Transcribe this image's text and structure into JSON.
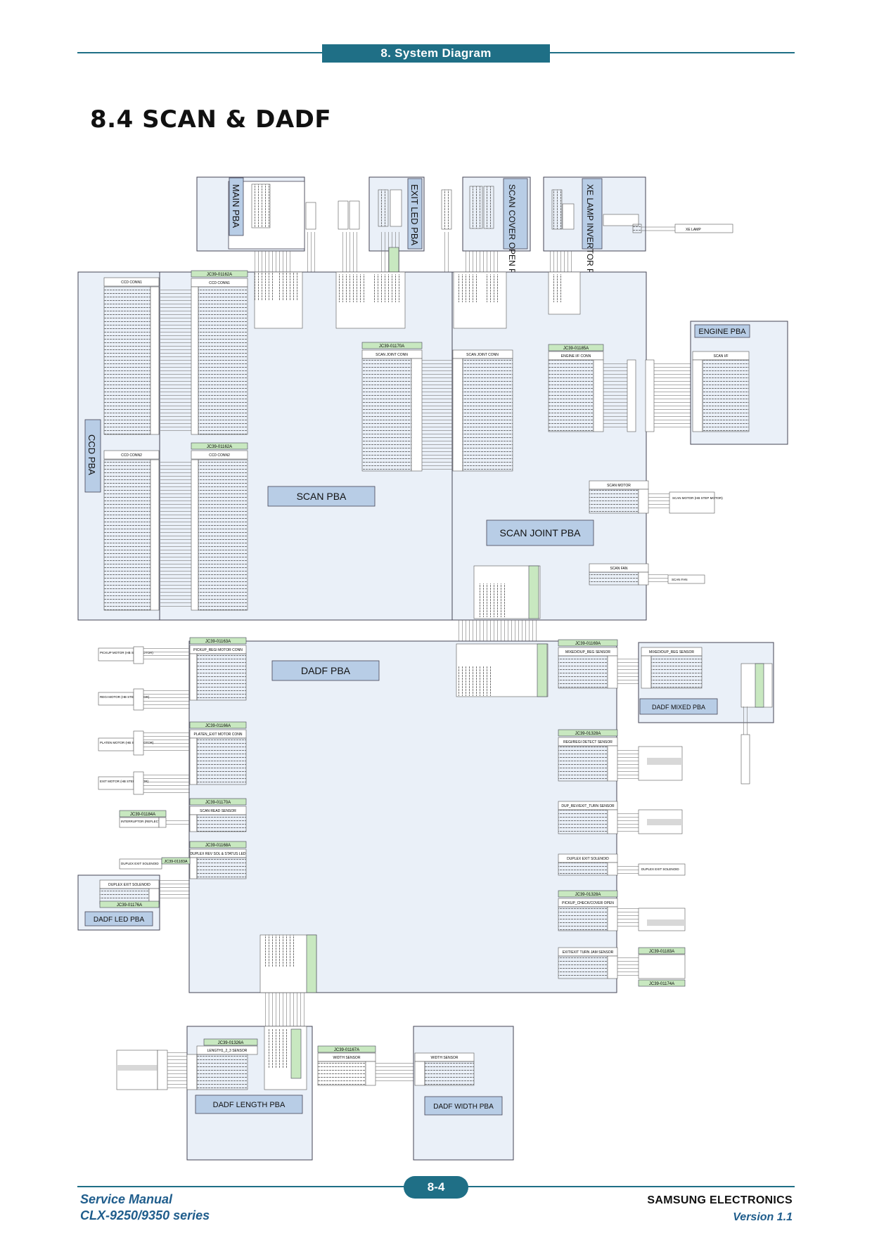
{
  "header": {
    "section_tab": "8. System Diagram"
  },
  "page_title": "8.4 SCAN & DADF",
  "boards": {
    "main_pba": "MAIN PBA",
    "exit_led_pba": "EXIT LED PBA",
    "scan_cover_open_pba": "SCAN COVER OPEN PBA",
    "xe_lamp_invertor_pba": "XE LAMP INVERTOR  PBA",
    "ccd_pba": "CCD PBA",
    "scan_pba": "SCAN PBA",
    "scan_joint_pba": "SCAN JOINT PBA",
    "engine_pba": "ENGINE PBA",
    "dadf_pba": "DADF PBA",
    "dadf_mixed_pba": "DADF MIXED PBA",
    "dadf_led_pba": "DADF LED  PBA",
    "dadf_length_pba": "DADF LENGTH PBA",
    "dadf_width_pba": "DADF WIDTH  PBA"
  },
  "harness": {
    "h01162a_top": "JC39-01162A",
    "h01162a_bot": "JC39-01162A",
    "h01170a_scan": "JC39-01170A",
    "h01185a_engine": "JC39-01185A",
    "h01163a_dadf": "JC39-01163A",
    "h01169a": "JC39-01169A",
    "h01166a": "JC39-01166A",
    "h01170a_dadf": "JC39-01170A",
    "h01168a": "JC39-01168A",
    "h01184a": "JC39-01184A",
    "h01183a": "JC39-01183A",
    "h01176a": "JC39-01176A",
    "h01328a_a": "JC39-01328A",
    "h01328a_b": "JC39-01328A",
    "h01183a_r": "JC39-01183A",
    "h01174a": "JC39-01174A",
    "h01326a": "JC39-01326A",
    "h01167a": "JC39-01167A"
  },
  "connectors": {
    "ccd_conn1": "CCD CONN1",
    "ccd_conn2": "CCD CONN2",
    "scan_joint_conn": "SCAN JOINT CONN",
    "engine_if_conn": "ENGINE I/F CONN",
    "scan_if": "SCAN I/F",
    "scan_motor": "SCAN MOTOR",
    "scan_fan": "SCAN FAN",
    "pickup_regi_motor_conn": "PICKUP_REGI MOTOR CONN",
    "platen_exit_motor_conn": "PLATEN_EXIT MOTOR CONN",
    "scan_read_sensor": "SCAN READ SENSOR",
    "duplex_rev_sol": "DUPLEX REV SOL & STATUS LED",
    "mixed_dup_reg_sensor": "MIXED/DUP_REG SENSOR",
    "regi_regi_detect_sensor": "REGI/REGI DETECT SENSOR",
    "dup_rev_turn_sensor": "DUP_REV/EXIT_TURN SENSOR",
    "duplex_exit_solenoid": "DUPLEX EXIT SOLENOID",
    "pickup_check_cover": "PICKUP_CHECK/COVER OPEN",
    "exit_turn_jam_sensor": "EXIT/EXIT TURN JAM SENSOR",
    "length_sensor": "LENGTH1_2_3 SENSOR",
    "width_sensor_a": "WIDTH SENSOR",
    "width_sensor_b": "WIDTH SENSOR"
  },
  "devices": {
    "pickup_motor": "PICKUP MOTOR (HB STEP MOTOR)",
    "regi_motor": "REGI MOTOR (HB STEP MOTOR)",
    "platen_motor": "PLATEN MOTOR (HB STEP MOTOR)",
    "exit_motor": "EXIT MOTOR (HB STEP MOTOR)",
    "interruptor": "INTERRUPTOR (REFLECTIVE)",
    "duplex_exit_sol": "DUPLEX EXIT SOLENOID",
    "scan_motor_dev": "SCAN MOTOR (HB STEP MOTOR)",
    "scan_fan_dev": "SCAN FAN",
    "xe_lamp": "XE LAMP"
  },
  "footer": {
    "page_number": "8-4",
    "manual_line1": "Service Manual",
    "manual_line2": "CLX-9250/9350 series",
    "brand": "SAMSUNG ELECTRONICS",
    "version": "Version 1.1"
  }
}
